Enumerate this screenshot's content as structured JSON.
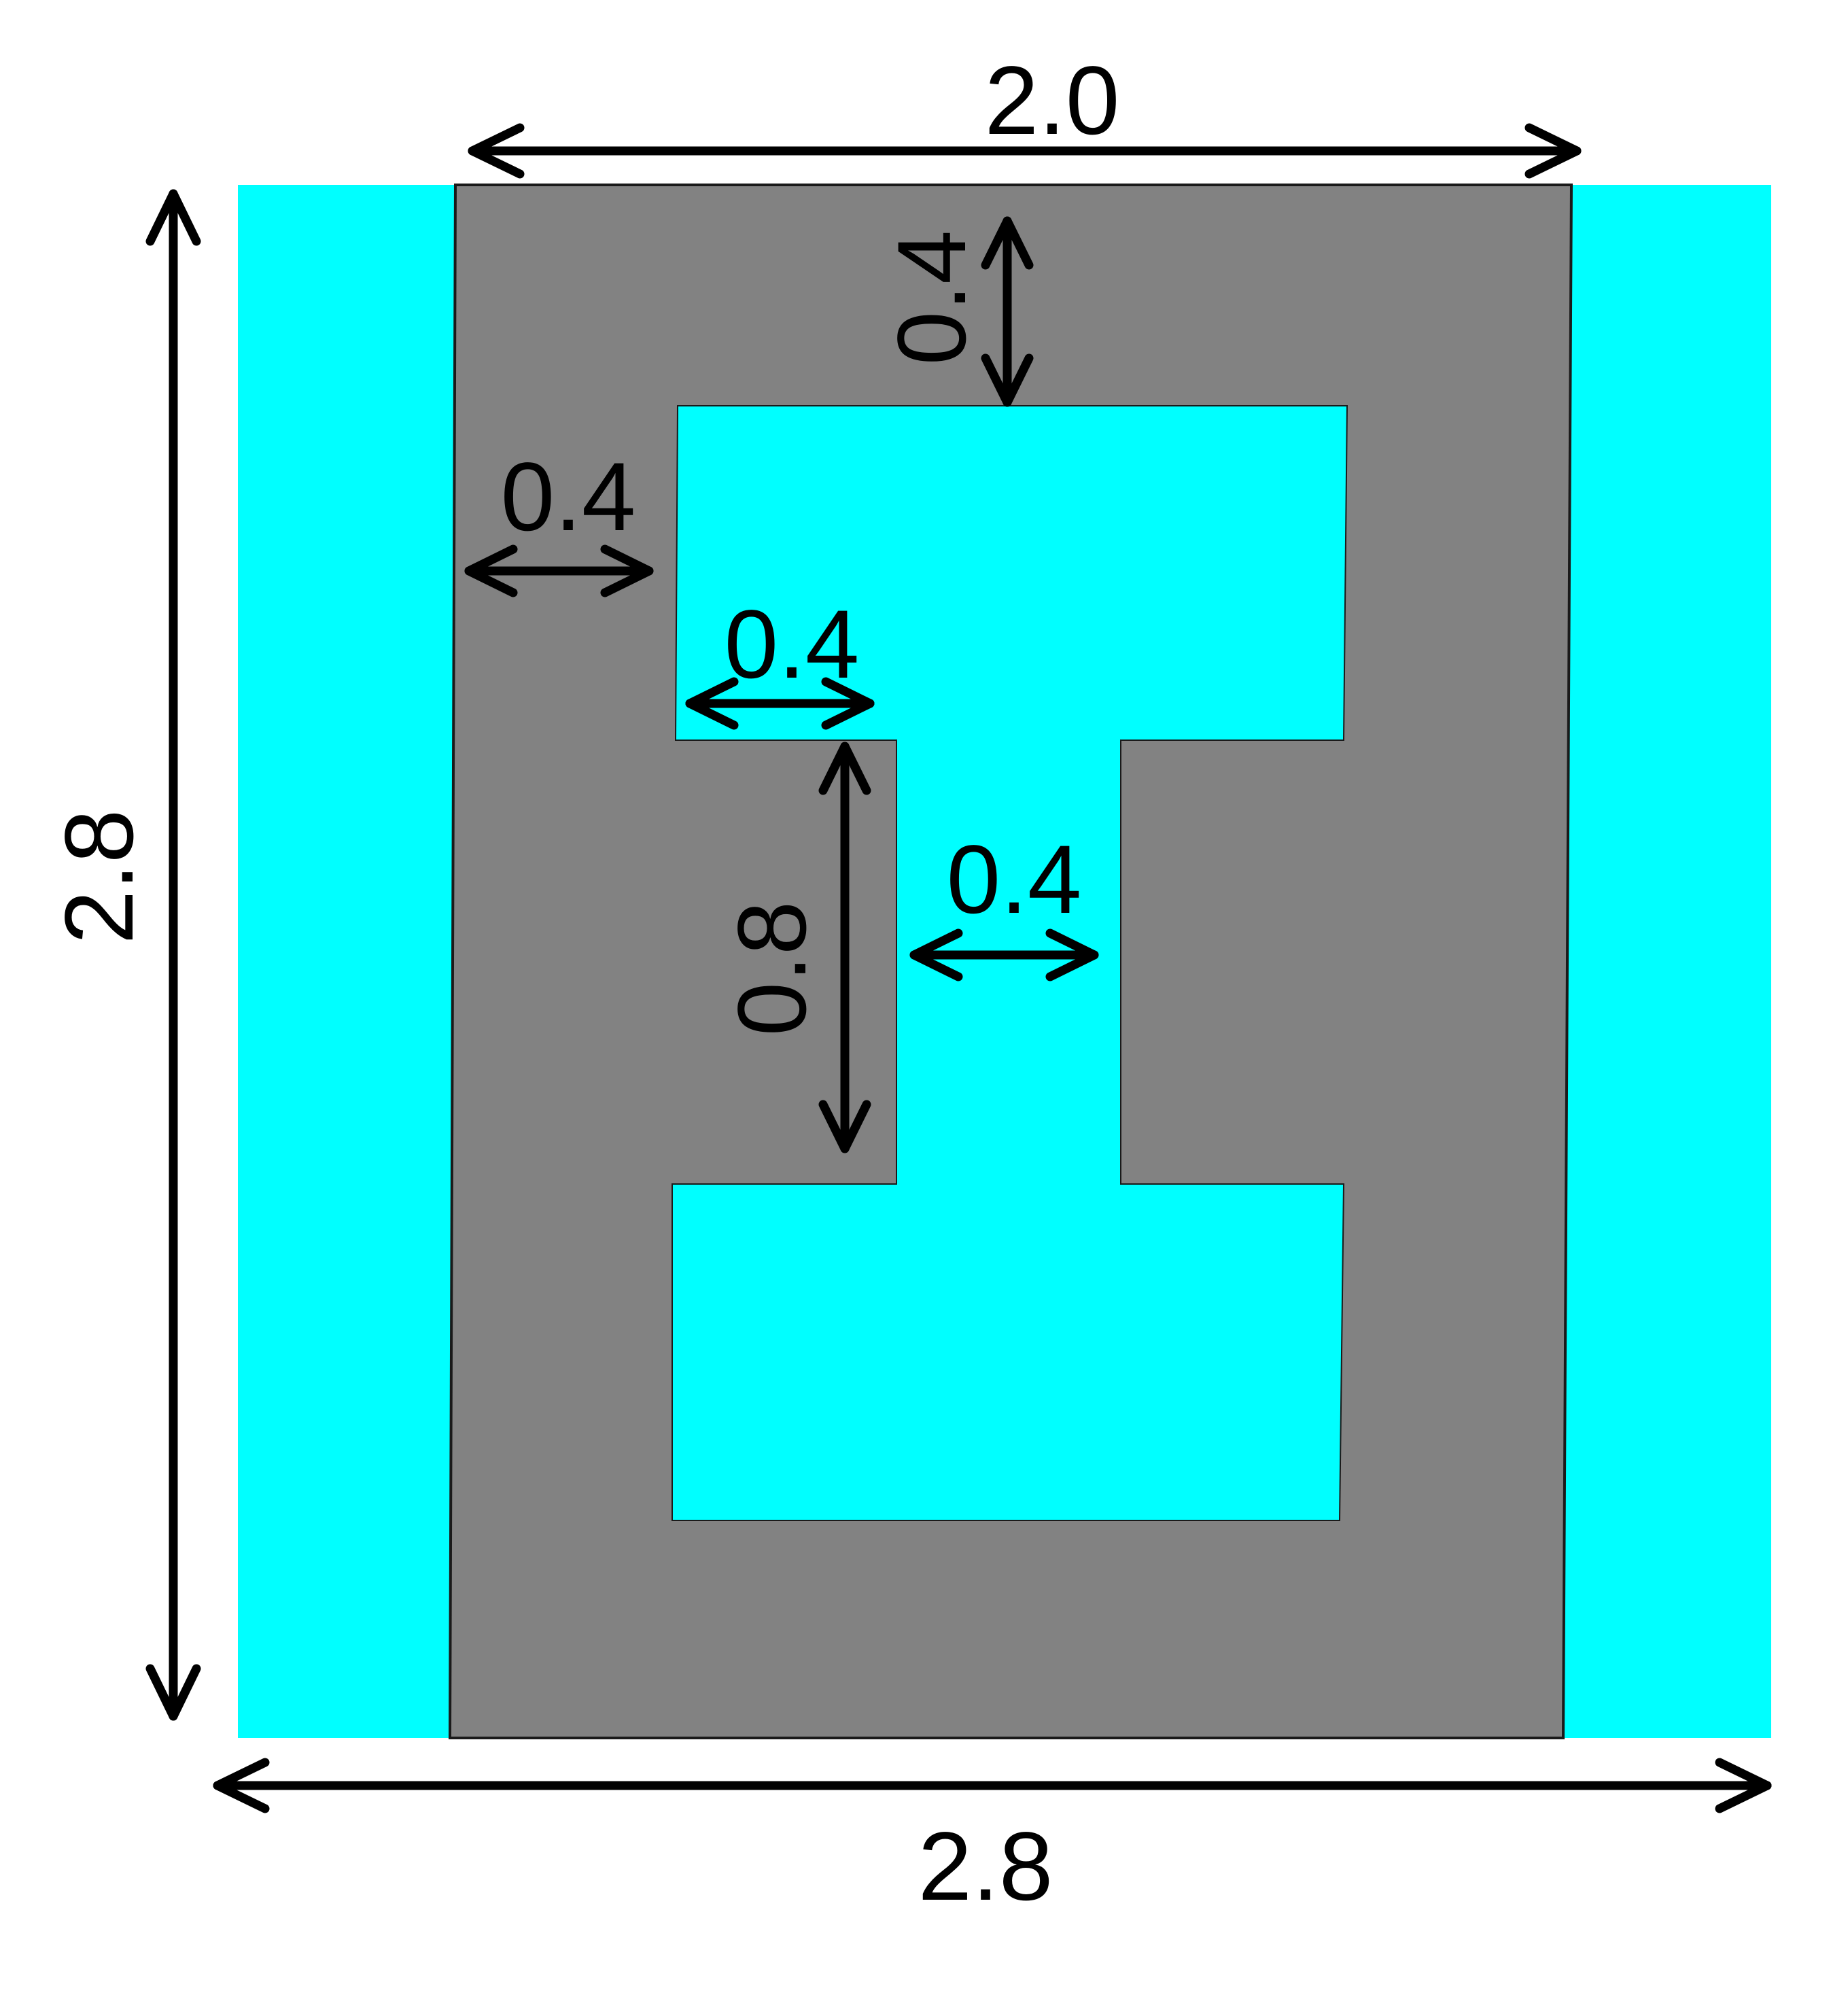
{
  "colors": {
    "substrate": "#00ffff",
    "metal": "#828282",
    "dimension": "#000000",
    "background": "#ffffff"
  },
  "dimensions": {
    "outer_width": "2.8",
    "outer_height": "2.8",
    "metal_width": "2.0",
    "top_gap": "0.4",
    "side_gap": "0.4",
    "flange_overhang": "0.4",
    "web_height": "0.8",
    "web_width": "0.4"
  }
}
